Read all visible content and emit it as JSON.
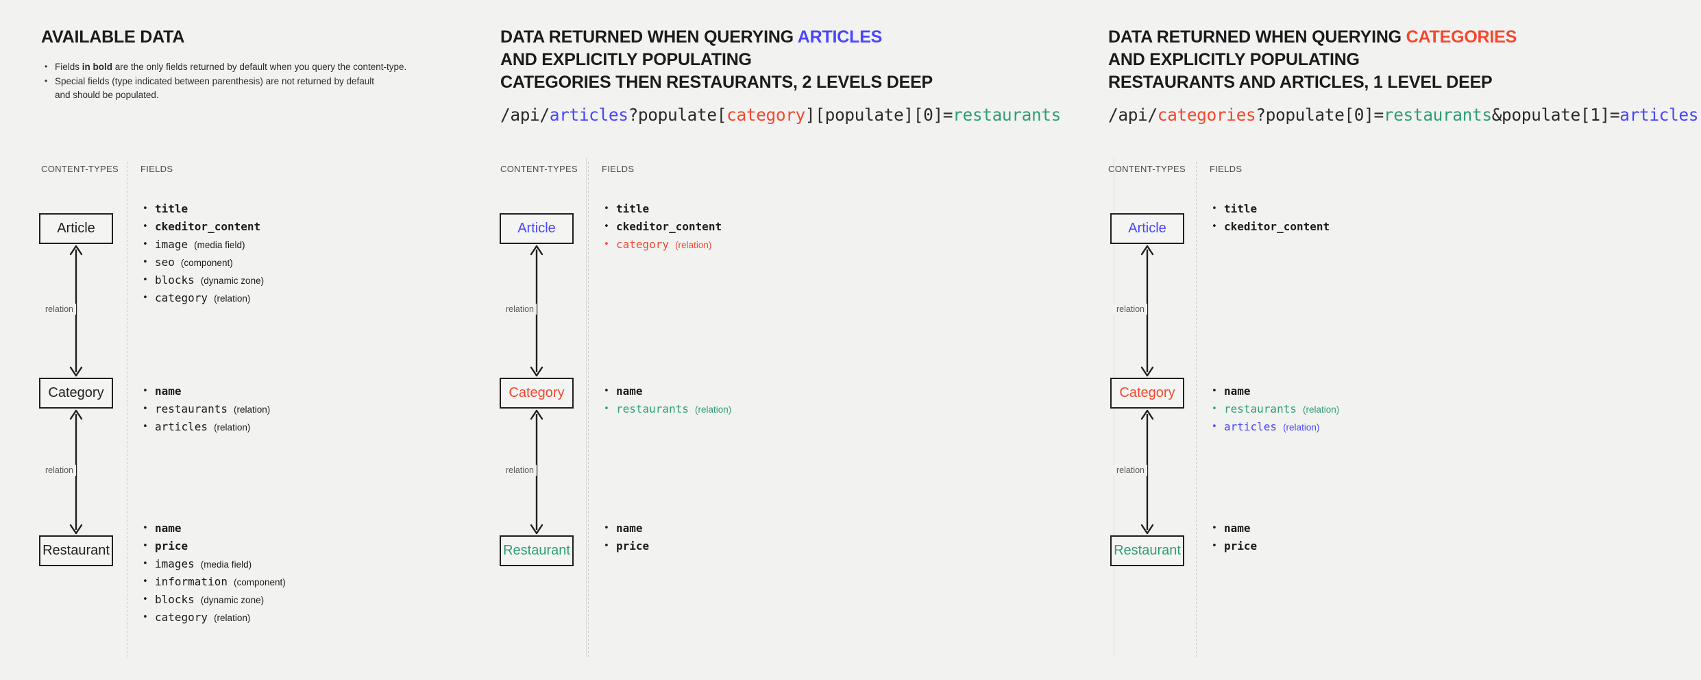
{
  "panels": [
    {
      "id": "available-data",
      "heading_lines": [
        [
          {
            "t": "AVAILABLE DATA",
            "c": "plain"
          }
        ]
      ],
      "notes": [
        "Fields in bold are the only fields returned by default when you query the content-type.",
        "Special fields (type indicated between parenthesis) are not returned by default and should be populated."
      ],
      "note0_pre": "Fields ",
      "note0_bold": "in bold",
      "note0_post": " are the only fields returned by default when you query the content-type.",
      "note1_line1": "Special fields (type indicated between parenthesis) are not returned by default",
      "note1_line2": "and should be populated.",
      "api_url": null,
      "col_content_types": "CONTENT-TYPES",
      "col_fields": "FIELDS",
      "entities": [
        {
          "name": "Article",
          "color": "plain"
        },
        {
          "name": "Category",
          "color": "plain"
        },
        {
          "name": "Restaurant",
          "color": "plain"
        }
      ],
      "relations": [
        "relation",
        "relation"
      ],
      "field_groups": [
        [
          {
            "name": "title",
            "type": "",
            "bold": true,
            "color": "plain"
          },
          {
            "name": "ckeditor_content",
            "type": "",
            "bold": true,
            "color": "plain"
          },
          {
            "name": "image",
            "type": "(media field)",
            "bold": false,
            "color": "plain"
          },
          {
            "name": "seo",
            "type": "(component)",
            "bold": false,
            "color": "plain"
          },
          {
            "name": "blocks",
            "type": "(dynamic zone)",
            "bold": false,
            "color": "plain"
          },
          {
            "name": "category",
            "type": "(relation)",
            "bold": false,
            "color": "plain"
          }
        ],
        [
          {
            "name": "name",
            "type": "",
            "bold": true,
            "color": "plain"
          },
          {
            "name": "restaurants",
            "type": "(relation)",
            "bold": false,
            "color": "plain"
          },
          {
            "name": "articles",
            "type": "(relation)",
            "bold": false,
            "color": "plain"
          }
        ],
        [
          {
            "name": "name",
            "type": "",
            "bold": true,
            "color": "plain"
          },
          {
            "name": "price",
            "type": "",
            "bold": true,
            "color": "plain"
          },
          {
            "name": "images",
            "type": "(media field)",
            "bold": false,
            "color": "plain"
          },
          {
            "name": "information",
            "type": "(component)",
            "bold": false,
            "color": "plain"
          },
          {
            "name": "blocks",
            "type": "(dynamic zone)",
            "bold": false,
            "color": "plain"
          },
          {
            "name": "category",
            "type": "(relation)",
            "bold": false,
            "color": "plain"
          }
        ]
      ]
    },
    {
      "id": "query-articles",
      "heading_lines": [
        [
          {
            "t": "DATA RETURNED WHEN QUERYING ",
            "c": "plain"
          },
          {
            "t": "ARTICLES",
            "c": "blue"
          }
        ],
        [
          {
            "t": "AND EXPLICITLY POPULATING",
            "c": "plain"
          }
        ],
        [
          {
            "t": "CATEGORIES THEN RESTAURANTS, 2 LEVELS DEEP",
            "c": "plain"
          }
        ]
      ],
      "api_url": [
        {
          "t": "/api/",
          "c": "plain"
        },
        {
          "t": "articles",
          "c": "blue"
        },
        {
          "t": "?populate[",
          "c": "plain"
        },
        {
          "t": "category",
          "c": "red"
        },
        {
          "t": "][populate][0]=",
          "c": "plain"
        },
        {
          "t": "restaurants",
          "c": "green"
        }
      ],
      "col_content_types": "CONTENT-TYPES",
      "col_fields": "FIELDS",
      "entities": [
        {
          "name": "Article",
          "color": "blue"
        },
        {
          "name": "Category",
          "color": "red"
        },
        {
          "name": "Restaurant",
          "color": "green"
        }
      ],
      "relations": [
        "relation",
        "relation"
      ],
      "field_groups": [
        [
          {
            "name": "title",
            "type": "",
            "bold": true,
            "color": "plain"
          },
          {
            "name": "ckeditor_content",
            "type": "",
            "bold": true,
            "color": "plain"
          },
          {
            "name": "category",
            "type": "(relation)",
            "bold": false,
            "color": "red"
          }
        ],
        [
          {
            "name": "name",
            "type": "",
            "bold": true,
            "color": "plain"
          },
          {
            "name": "restaurants",
            "type": "(relation)",
            "bold": false,
            "color": "green"
          }
        ],
        [
          {
            "name": "name",
            "type": "",
            "bold": true,
            "color": "plain"
          },
          {
            "name": "price",
            "type": "",
            "bold": true,
            "color": "plain"
          }
        ]
      ]
    },
    {
      "id": "query-categories",
      "heading_lines": [
        [
          {
            "t": "DATA RETURNED WHEN QUERYING ",
            "c": "plain"
          },
          {
            "t": "CATEGORIES",
            "c": "red"
          }
        ],
        [
          {
            "t": "AND EXPLICITLY POPULATING",
            "c": "plain"
          }
        ],
        [
          {
            "t": "RESTAURANTS AND ARTICLES, 1 LEVEL DEEP",
            "c": "plain"
          }
        ]
      ],
      "api_url": [
        {
          "t": "/api/",
          "c": "plain"
        },
        {
          "t": "categories",
          "c": "red"
        },
        {
          "t": "?populate[0]=",
          "c": "plain"
        },
        {
          "t": "restaurants",
          "c": "green"
        },
        {
          "t": "&populate[1]=",
          "c": "plain"
        },
        {
          "t": "articles",
          "c": "blue"
        }
      ],
      "col_content_types": "CONTENT-TYPES",
      "col_fields": "FIELDS",
      "entities": [
        {
          "name": "Article",
          "color": "blue"
        },
        {
          "name": "Category",
          "color": "red"
        },
        {
          "name": "Restaurant",
          "color": "green"
        }
      ],
      "relations": [
        "relation",
        "relation"
      ],
      "field_groups": [
        [
          {
            "name": "title",
            "type": "",
            "bold": true,
            "color": "plain"
          },
          {
            "name": "ckeditor_content",
            "type": "",
            "bold": true,
            "color": "plain"
          }
        ],
        [
          {
            "name": "name",
            "type": "",
            "bold": true,
            "color": "plain"
          },
          {
            "name": "restaurants",
            "type": "(relation)",
            "bold": false,
            "color": "green"
          },
          {
            "name": "articles",
            "type": "(relation)",
            "bold": false,
            "color": "blue"
          }
        ],
        [
          {
            "name": "name",
            "type": "",
            "bold": true,
            "color": "plain"
          },
          {
            "name": "price",
            "type": "",
            "bold": true,
            "color": "plain"
          }
        ]
      ]
    }
  ],
  "colors": {
    "blue": "#4945ff",
    "red": "#f5482e",
    "green": "#2f9e77",
    "ink": "#1b1b1b",
    "background": "#f2f2f1",
    "divider": "#c9c9c7"
  },
  "layout": {
    "entity_rows_y": [
      333,
      573,
      803
    ],
    "field_group_top_y": [
      292,
      558,
      758
    ]
  }
}
